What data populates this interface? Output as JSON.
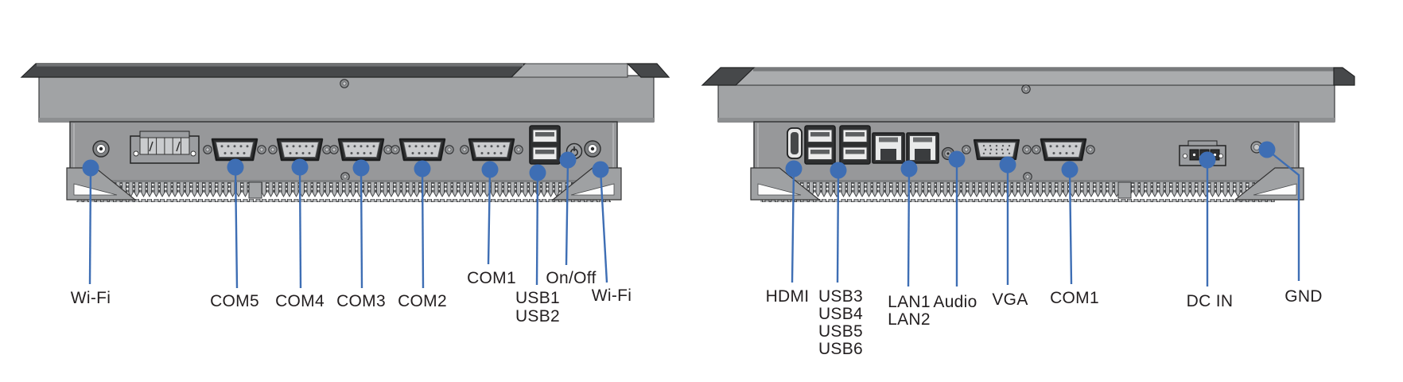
{
  "diagram": {
    "background": "#ffffff",
    "accent_leader_color": "#3e6eb4",
    "label_text_color": "#231f20",
    "left_device": {
      "labels": {
        "wifi_left": "Wi-Fi",
        "com5": "COM5",
        "com4": "COM4",
        "com3": "COM3",
        "com2": "COM2",
        "com1": "COM1",
        "usb1": "USB1",
        "usb2": "USB2",
        "on_off": "On/Off",
        "wifi_right": "Wi-Fi"
      }
    },
    "right_device": {
      "labels": {
        "hdmi": "HDMI",
        "usb3": "USB3",
        "usb4": "USB4",
        "usb5": "USB5",
        "usb6": "USB6",
        "lan1": "LAN1",
        "lan2": "LAN2",
        "audio": "Audio",
        "vga": "VGA",
        "com1": "COM1",
        "dc_in": "DC IN",
        "gnd": "GND"
      }
    }
  }
}
